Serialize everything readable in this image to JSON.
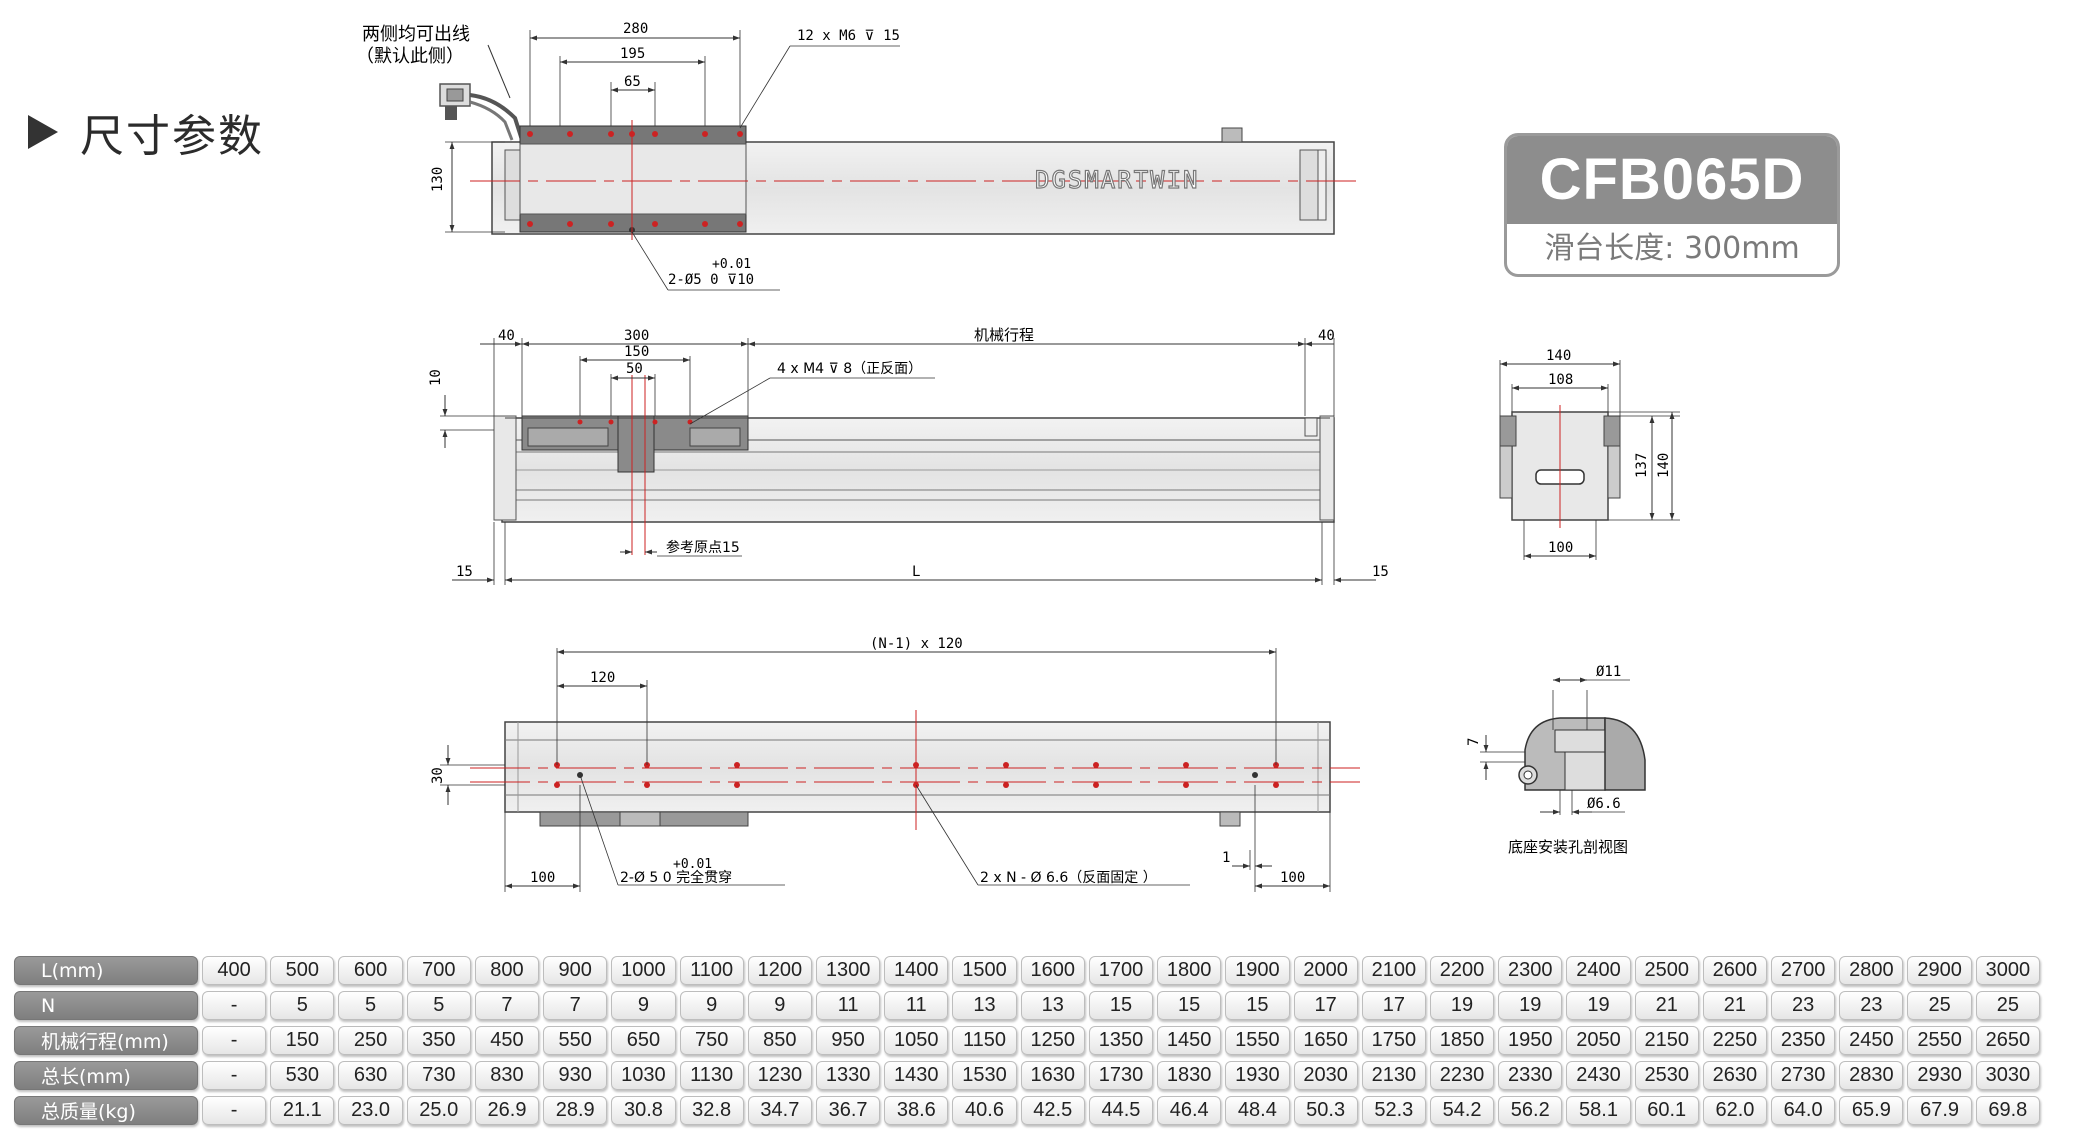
{
  "section_title": "尺寸参数",
  "badge": {
    "model": "CFB065D",
    "subtitle": "滑台长度: 300mm"
  },
  "brand": "DGSMARTWIN",
  "top_view": {
    "cable_note_1": "两侧均可出线",
    "cable_note_2": "（默认此侧）",
    "dim_280": "280",
    "dim_195": "195",
    "dim_65": "65",
    "dim_130": "130",
    "screw_note": "12 x M6 ⊽ 15",
    "pin_tol": "+0.01",
    "pin_note": "2-Ø5   0   ⊽10"
  },
  "side_view": {
    "dim_40_left": "40",
    "dim_300": "300",
    "dim_150": "150",
    "dim_50": "50",
    "stroke_label": "机械行程",
    "dim_40_right": "40",
    "dim_10": "10",
    "m4_note": "4 x M4 ⊽ 8（正反面）",
    "origin_note": "参考原点15",
    "dim_15_left": "15",
    "dim_L": "L",
    "dim_15_right": "15"
  },
  "bottom_view": {
    "pitch_note": "(N-1) x 120",
    "dim_120": "120",
    "dim_30": "30",
    "dim_1": "1",
    "dim_100_left": "100",
    "dim_100_right": "100",
    "pin_tol": "+0.01",
    "pin_note": "2-Ø 5   0     完全贯穿",
    "hole_note": "2 x N - Ø 6.6（反面固定 ）"
  },
  "end_view": {
    "dim_140_w": "140",
    "dim_108": "108",
    "dim_137": "137",
    "dim_140_h": "140",
    "dim_100": "100"
  },
  "section_view": {
    "dia_11": "Ø11",
    "dim_7": "7",
    "dia_66": "Ø6.6",
    "caption": "底座安装孔剖视图"
  },
  "spec_table": {
    "rows": [
      {
        "label": "L(mm)",
        "values": [
          "400",
          "500",
          "600",
          "700",
          "800",
          "900",
          "1000",
          "1100",
          "1200",
          "1300",
          "1400",
          "1500",
          "1600",
          "1700",
          "1800",
          "1900",
          "2000",
          "2100",
          "2200",
          "2300",
          "2400",
          "2500",
          "2600",
          "2700",
          "2800",
          "2900",
          "3000"
        ]
      },
      {
        "label": "N",
        "values": [
          "-",
          "5",
          "5",
          "5",
          "7",
          "7",
          "9",
          "9",
          "9",
          "11",
          "11",
          "13",
          "13",
          "15",
          "15",
          "15",
          "17",
          "17",
          "19",
          "19",
          "19",
          "21",
          "21",
          "23",
          "23",
          "25",
          "25"
        ]
      },
      {
        "label": "机械行程(mm)",
        "values": [
          "-",
          "150",
          "250",
          "350",
          "450",
          "550",
          "650",
          "750",
          "850",
          "950",
          "1050",
          "1150",
          "1250",
          "1350",
          "1450",
          "1550",
          "1650",
          "1750",
          "1850",
          "1950",
          "2050",
          "2150",
          "2250",
          "2350",
          "2450",
          "2550",
          "2650"
        ]
      },
      {
        "label": "总长(mm)",
        "values": [
          "-",
          "530",
          "630",
          "730",
          "830",
          "930",
          "1030",
          "1130",
          "1230",
          "1330",
          "1430",
          "1530",
          "1630",
          "1730",
          "1830",
          "1930",
          "2030",
          "2130",
          "2230",
          "2330",
          "2430",
          "2530",
          "2630",
          "2730",
          "2830",
          "2930",
          "3030"
        ]
      },
      {
        "label": "总质量(kg)",
        "values": [
          "-",
          "21.1",
          "23.0",
          "25.0",
          "26.9",
          "28.9",
          "30.8",
          "32.8",
          "34.7",
          "36.7",
          "38.6",
          "40.6",
          "42.5",
          "44.5",
          "46.4",
          "48.4",
          "50.3",
          "52.3",
          "54.2",
          "56.2",
          "58.1",
          "60.1",
          "62.0",
          "64.0",
          "65.9",
          "67.9",
          "69.8"
        ]
      }
    ]
  }
}
